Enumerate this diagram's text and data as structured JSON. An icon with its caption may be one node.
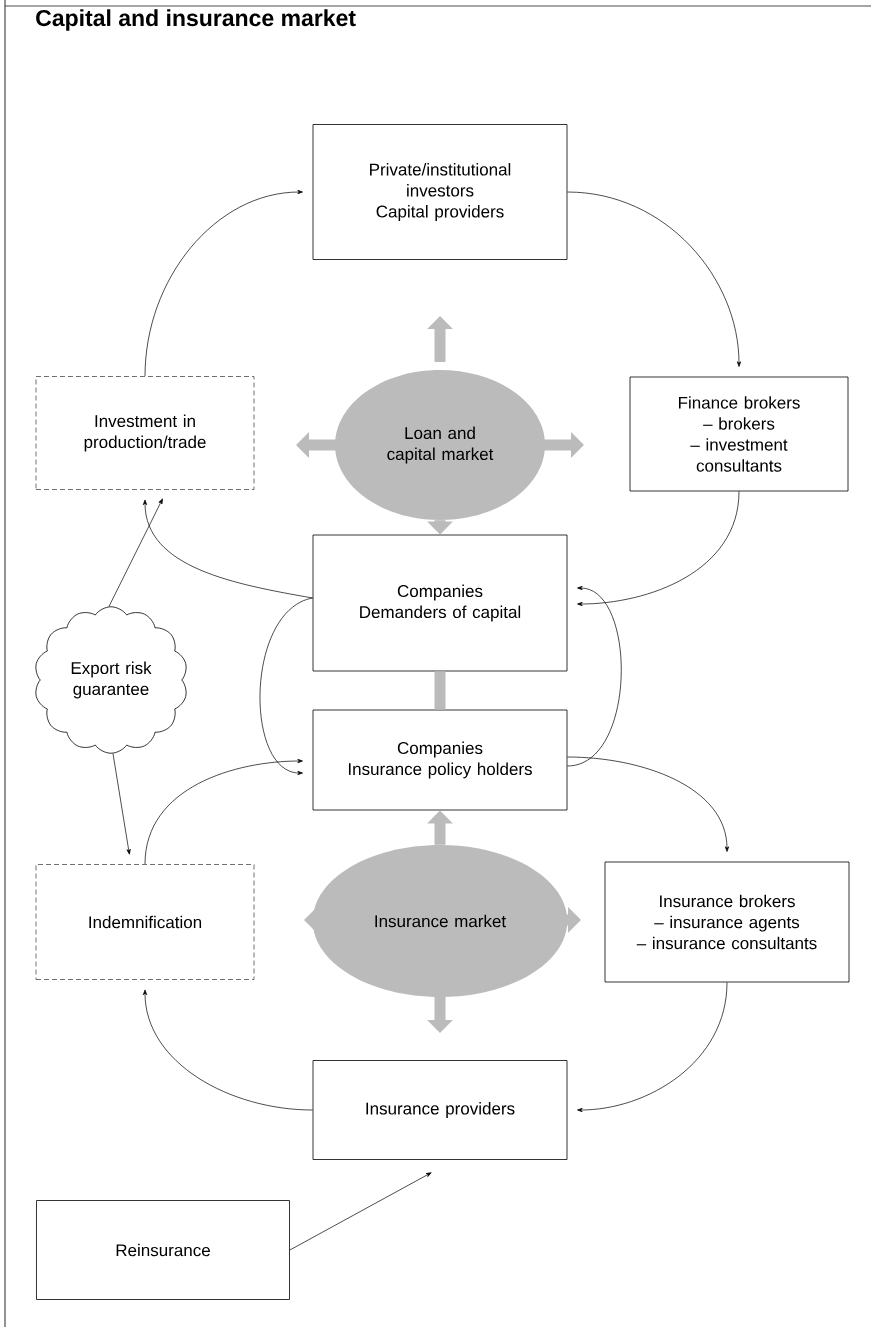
{
  "diagram": {
    "title": "Capital and insurance market",
    "nodes": [
      {
        "text": [
          "Private/institutional investors",
          "Capital providers"
        ]
      },
      {
        "text": [
          "Investment in production/trade"
        ]
      },
      {
        "text": [
          "Loan and capital market"
        ]
      },
      {
        "text": [
          "Finance brokers",
          "– brokers",
          "– investment consultants"
        ]
      },
      {
        "text": [
          "Companies",
          "Demanders of capital"
        ]
      },
      {
        "text": [
          "Export risk guarantee"
        ]
      },
      {
        "text": [
          "Companies",
          "Insurance policy holders"
        ]
      },
      {
        "text": [
          "Indemnification"
        ]
      },
      {
        "text": [
          "Insurance market"
        ]
      },
      {
        "text": [
          "Insurance brokers",
          "– insurance agents",
          "– insurance consultants"
        ]
      },
      {
        "text": [
          "Insurance providers"
        ]
      },
      {
        "text": [
          "Reinsurance"
        ]
      }
    ],
    "edges": [
      {
        "from": 1,
        "to": 0,
        "arrow": "to"
      },
      {
        "from": 0,
        "to": 3,
        "arrow": "to"
      },
      {
        "from": 4,
        "to": 1,
        "arrow": "to"
      },
      {
        "from": 3,
        "to": 4,
        "arrow": "to"
      },
      {
        "from": 4,
        "to": 6,
        "arrow": "to"
      },
      {
        "from": 6,
        "to": 4,
        "arrow": "to"
      },
      {
        "from": 5,
        "to": 1,
        "arrow": "to"
      },
      {
        "from": 5,
        "to": 7,
        "arrow": "to"
      },
      {
        "from": 7,
        "to": 6,
        "arrow": "to"
      },
      {
        "from": 6,
        "to": 9,
        "arrow": "to"
      },
      {
        "from": 9,
        "to": 10,
        "arrow": "to"
      },
      {
        "from": 10,
        "to": 7,
        "arrow": "to"
      },
      {
        "from": 11,
        "to": 10,
        "arrow": "to"
      },
      {
        "from": 2,
        "to": 4,
        "arrow": "to",
        "style": "thick",
        "color": "#bbbbbb"
      },
      {
        "from": 4,
        "to": 6,
        "arrow": "none",
        "style": "thick",
        "color": "#bbbbbb"
      },
      {
        "from": 8,
        "to": 6,
        "arrow": "to",
        "style": "thick",
        "color": "#bbbbbb"
      }
    ]
  }
}
